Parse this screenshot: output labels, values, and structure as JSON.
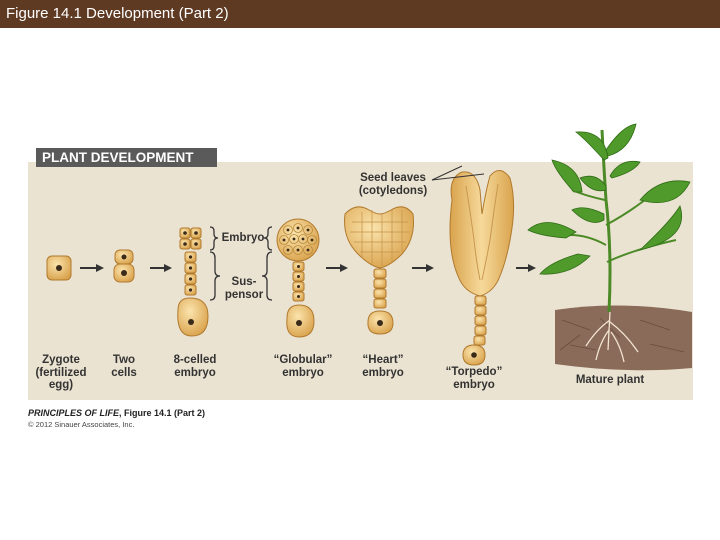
{
  "header": {
    "title": "Figure 14.1  Development (Part 2)"
  },
  "figure": {
    "banner": "PLANT DEVELOPMENT",
    "stages": [
      {
        "label": "Zygote\n(fertilized\negg)"
      },
      {
        "label": "Two\ncells"
      },
      {
        "label": "8-celled\nembryo"
      },
      {
        "label": "“Globular”\nembryo"
      },
      {
        "label": "“Heart”\nembryo"
      },
      {
        "label": "“Torpedo”\nembryo"
      },
      {
        "label": "Mature plant"
      }
    ],
    "annotations": {
      "embryo": "Embryo",
      "suspensor": "Sus-\npensor",
      "seed_leaves": "Seed leaves\n(cotyledons)"
    },
    "credit": {
      "book": "PRINCIPLES OF LIFE",
      "figure": "Figure 14.1 (Part 2)"
    },
    "copyright": "© 2012 Sinauer Associates, Inc."
  },
  "colors": {
    "header_bar": "#5e3a22",
    "panel": "#ebe3d1",
    "banner": "#5a5a5a",
    "cell_fill": "#e9c37a",
    "nucleus": "#3a2a1a",
    "leaf": "#4f9a2a",
    "soil": "#8a6a58"
  }
}
